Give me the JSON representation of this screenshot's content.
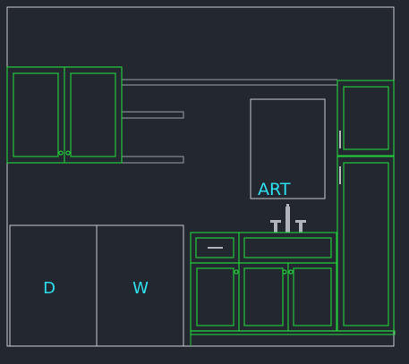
{
  "drawing": {
    "background": "#232830",
    "colors": {
      "outline": "#c8cbd1",
      "shelf": "#9aa0a8",
      "cabinet": "#22c93a",
      "label": "#2de0f0",
      "fixture": "#b0b4ba"
    },
    "labels": {
      "art": "ART",
      "dryer": "D",
      "washer": "W"
    },
    "elements": [
      "wall-elevation",
      "upper-cabinet",
      "floating-shelves",
      "art-frame",
      "dryer",
      "washer",
      "sink-vanity",
      "faucet",
      "tall-pantry-cabinet",
      "toe-kick"
    ]
  }
}
